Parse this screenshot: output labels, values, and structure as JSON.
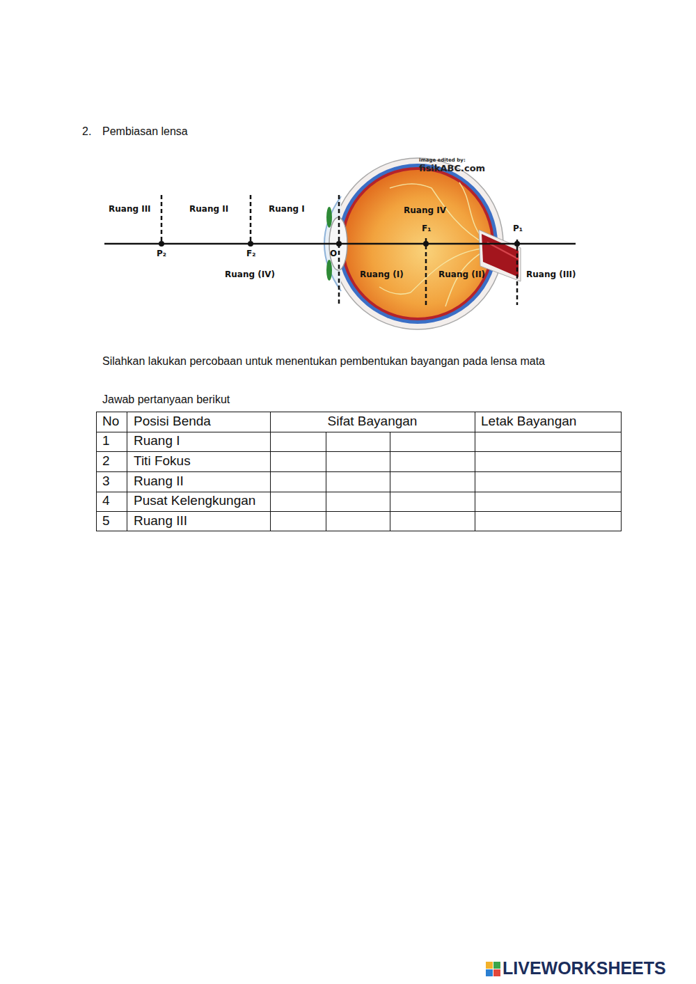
{
  "diagram": {
    "title": "Pembiasan lensa",
    "labels": [
      "2.",
      "image edited by:",
      "fisikABC.com",
      "Ruang III",
      "Ruang II",
      "Ruang I",
      "Ruang IV",
      "F₁",
      "P₁",
      "P₂",
      "F₂",
      "O",
      "Ruang (IV)",
      "Ruang (I)",
      "Ruang (II)",
      "Ruang (III)",
      "Silahkan lakukan percobaan untuk menentukan pembentukan bayangan pada lensa mata",
      "Jawab pertanyaan berikut",
      "No",
      "Posisi Benda",
      "Sifat Bayangan",
      "Letak Bayangan",
      "1",
      "Ruang I",
      "2",
      "Titi Fokus",
      "3",
      "Ruang II",
      "4",
      "Pusat Kelengkungan",
      "5",
      "Ruang III",
      "LIVEWORKSHEETS"
    ]
  }
}
